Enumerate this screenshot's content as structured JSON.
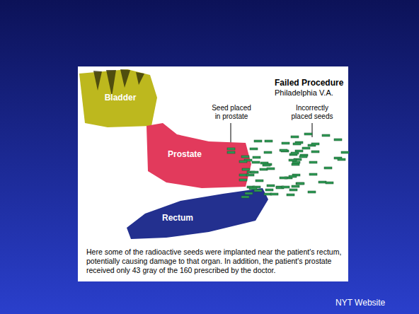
{
  "diagram": {
    "title": "Failed Procedure",
    "caption": "Here some of the radioactive seeds were implanted near the patient's rectum, potentially causing damage to that organ. In addition, the patient's prostate received only 43 gray of the 160 prescribed by the doctor.",
    "nodes": [
      {
        "text": [
          "Bladder"
        ]
      },
      {
        "text": [
          "Prostate"
        ]
      },
      {
        "text": [
          "Rectum"
        ]
      }
    ],
    "labels": [
      "Philadelphia V.A.",
      "Seed placed in prostate",
      "Incorrectly placed seeds",
      "NYT Website"
    ]
  }
}
